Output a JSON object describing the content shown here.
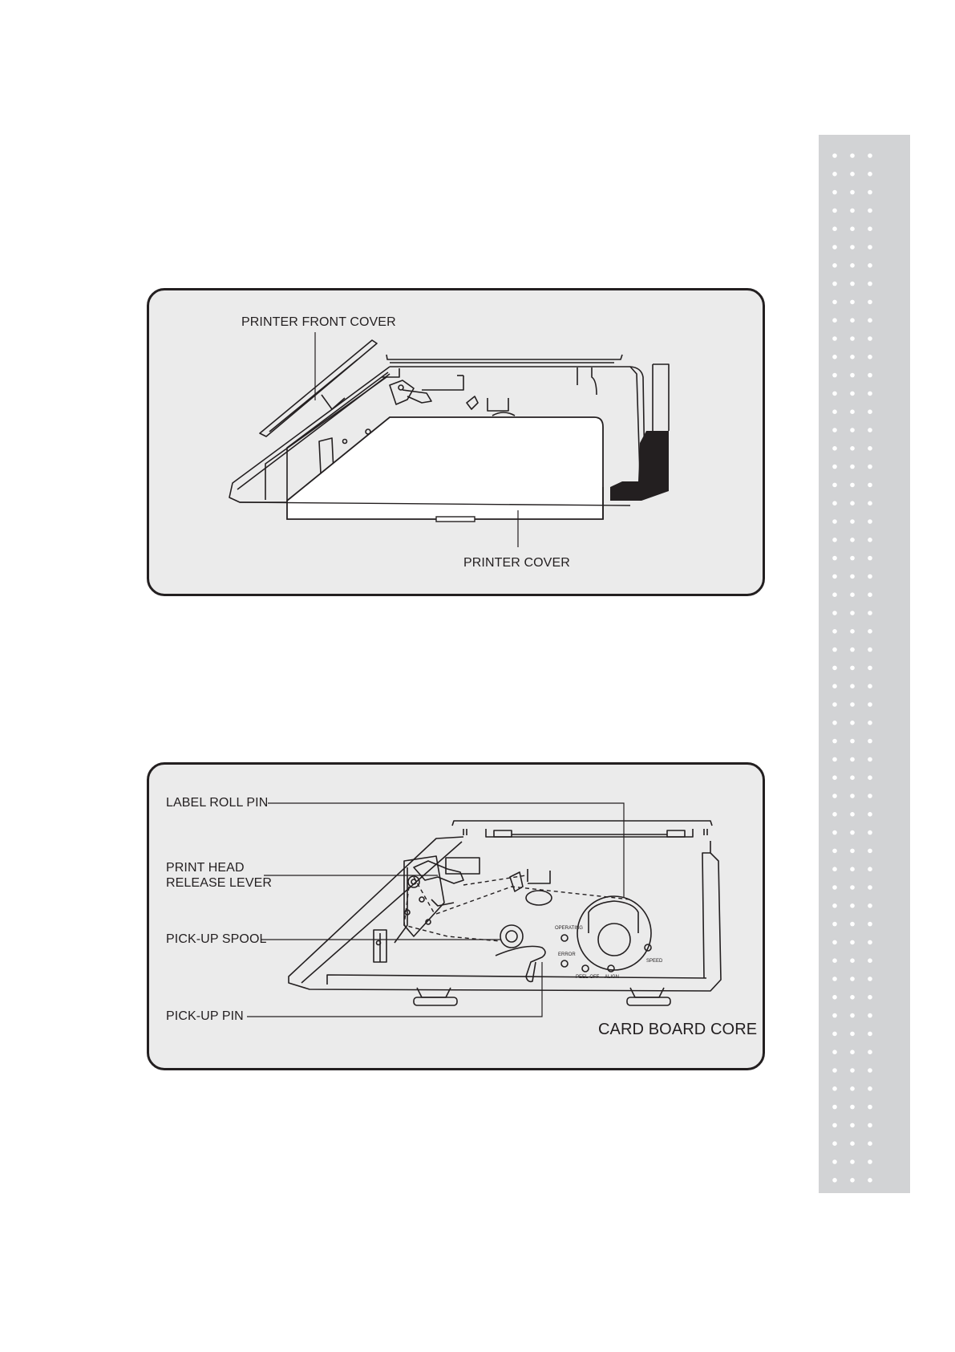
{
  "figure_top": {
    "labels": {
      "printer_front_cover": "PRINTER FRONT COVER",
      "printer_cover": "PRINTER COVER"
    }
  },
  "figure_bottom": {
    "labels": {
      "label_roll_pin": "LABEL ROLL PIN",
      "print_head_line1": "PRINT HEAD",
      "print_head_line2": "RELEASE LEVER",
      "pick_up_spool": "PICK-UP SPOOL",
      "pick_up_pin": "PICK-UP PIN",
      "card_board_core": "CARD BOARD CORE"
    },
    "panel_text": {
      "operating": "OPERATING",
      "error": "ERROR",
      "speed": "SPEED",
      "peel_off": "PEEL-OFF",
      "align": "ALIGN"
    }
  },
  "colors": {
    "panel_fill": "#ebebeb",
    "line": "#231f20",
    "sidebar": "#d2d3d5",
    "sidebar_dots": "#ffffff"
  }
}
